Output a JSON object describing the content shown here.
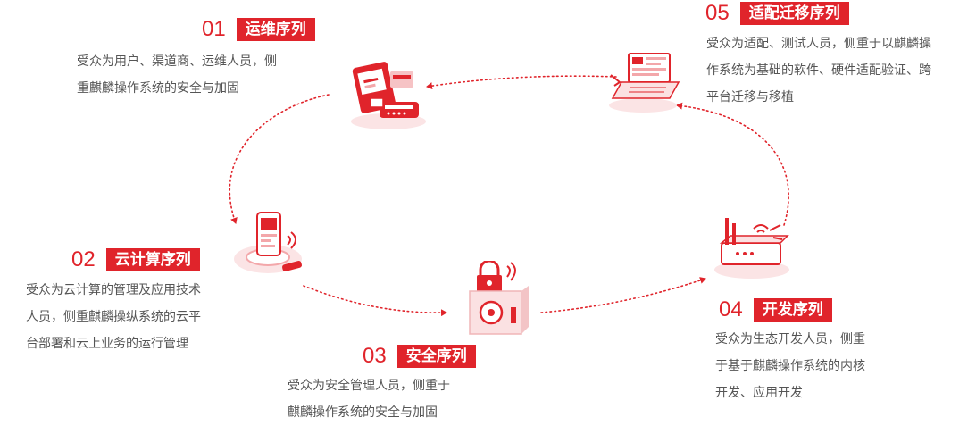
{
  "series": [
    {
      "number": "01",
      "title": "运维序列",
      "lines": [
        "受众为用户、渠道商、运维人员，侧",
        "重麒麟操作系统的安全与加固"
      ]
    },
    {
      "number": "02",
      "title": "云计算序列",
      "lines": [
        "受众为云计算的管理及应用技术",
        "人员，侧重麒麟操纵系统的云平",
        "台部署和云上业务的运行管理"
      ]
    },
    {
      "number": "03",
      "title": "安全序列",
      "lines": [
        "受众为安全管理人员，侧重于",
        "麒麟操作系统的安全与加固"
      ]
    },
    {
      "number": "04",
      "title": "开发序列",
      "lines": [
        "受众为生态开发人员，侧重",
        "于基于麒麟操作系统的内核",
        "开发、应用开发"
      ]
    },
    {
      "number": "05",
      "title": "适配迁移序列",
      "lines": [
        "受众为适配、测试人员，侧重于以麒麟操",
        "作系统为基础的软件、硬件适配验证、跨",
        "平台迁移与移植"
      ]
    }
  ],
  "icons": [
    "payment-terminal-icon",
    "cloud-phone-icon",
    "safe-lock-icon",
    "developer-router-icon",
    "laptop-migration-icon"
  ],
  "colors": {
    "accent": "#e0242b",
    "text": "#555555",
    "light": "#f6d2d3"
  }
}
